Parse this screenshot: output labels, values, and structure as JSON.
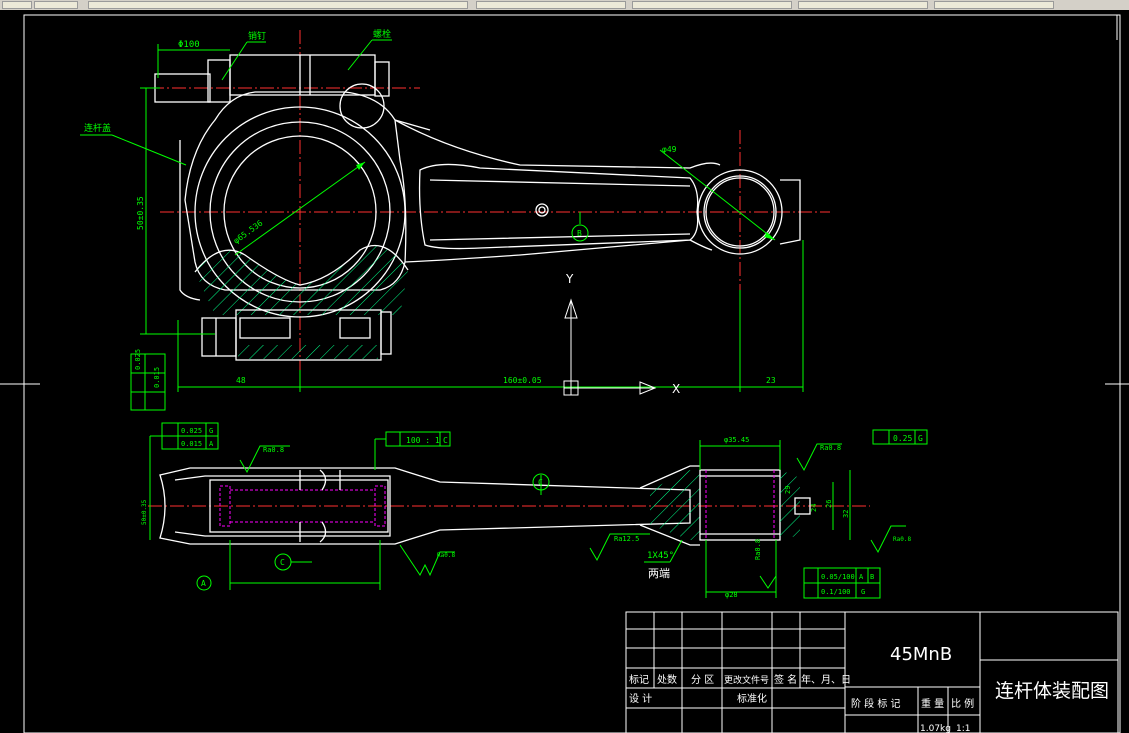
{
  "labels": {
    "d100": "Φ100",
    "pin": "销钉",
    "bolt": "螺栓",
    "cap": "连杆盖",
    "d49": "φ49",
    "d65": "φ65.536",
    "h50": "50±0.35",
    "y": "Y",
    "x": "X",
    "dim48": "48",
    "dim160": "160±0.05",
    "dim23": "23",
    "datumB": "B",
    "datumC": "C",
    "datumA": "A",
    "datumG": "G",
    "fcf1a": "0.025",
    "fcf1b": "0.015",
    "fcf2": "0.025",
    "fcf3": "0.05/100",
    "fcf4": "0.1/100",
    "fcf5": "100 : 1",
    "fcfEq": "0.25",
    "ra1": "Ra0.8",
    "ra2": "Ra0.8",
    "ra3": "Ra0.8",
    "ra4": "Ra12.5",
    "ra5": "Ra0.8",
    "ra6": "Ra0.8",
    "chamfer": "1X45°",
    "ends": "两端",
    "d35": "φ35.45",
    "d28": "φ28",
    "h24": "24",
    "hB": "29",
    "h32": "32",
    "h26": "26"
  },
  "title_block": {
    "material": "45MnB",
    "drawing_title": "连杆体装配图",
    "hdr_mark": "标记",
    "hdr_count": "处数",
    "hdr_zone": "分 区",
    "hdr_docno": "更改文件号",
    "hdr_sign": "签 名",
    "hdr_date": "年、月、日",
    "design": "设 计",
    "standard": "标准化",
    "stage": "阶 段 标 记",
    "weight_label": "重 量",
    "scale_label": "比 例",
    "weight": "1.07kg",
    "scale": "1:1"
  },
  "colors": {
    "outline": "#ffffff",
    "dimension": "#00ff00",
    "centerline": "#ff3030",
    "hidden": "#ff00ff"
  }
}
